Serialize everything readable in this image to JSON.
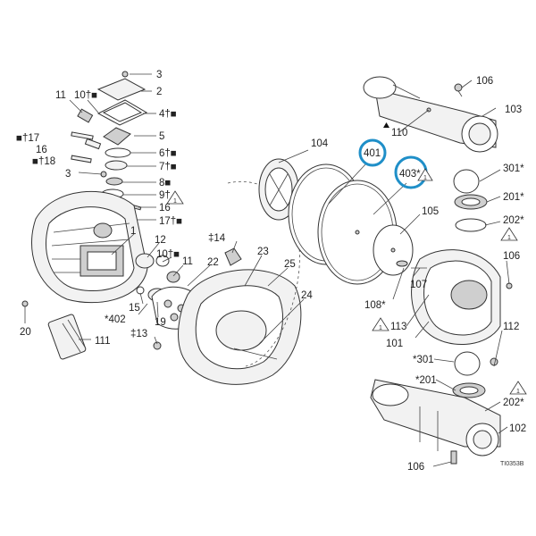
{
  "callouts": {
    "c3a": "3",
    "c2": "2",
    "c11a": "11",
    "c10a": "10†■",
    "c4": "4†■",
    "c5": "5",
    "c17a": "■†17",
    "c16a": "16",
    "c18": "■†18",
    "c6": "6†■",
    "c7": "7†■",
    "c3b": "3",
    "c8": "8■",
    "c9": "9†",
    "c16b": "16",
    "c17b": "17†■",
    "c1": "1",
    "c12": "12",
    "c10b": "10†■",
    "c11b": "11",
    "c14": "‡14",
    "c22": "22",
    "c23": "23",
    "c25": "25",
    "c24": "24",
    "c15": "15",
    "c402": "*402",
    "c19": "19",
    "c13": "‡13",
    "c20": "20",
    "c111": "111",
    "c104": "104",
    "c401": "401",
    "c403": "403*",
    "c110": "110",
    "c105": "105",
    "c106a": "106",
    "c103": "103",
    "c301a": "301*",
    "c201a": "201*",
    "c202a": "202*",
    "c106b": "106",
    "c107": "107",
    "c108": "108*",
    "c113": "113",
    "c101": "101",
    "c112": "112",
    "c301b": "*301",
    "c201b": "*201",
    "c202b": "202*",
    "c102": "102",
    "c106c": "106"
  },
  "warning_digit": "1",
  "drawing_number": "TI0353B",
  "highlight_color": "#1f8fc8"
}
